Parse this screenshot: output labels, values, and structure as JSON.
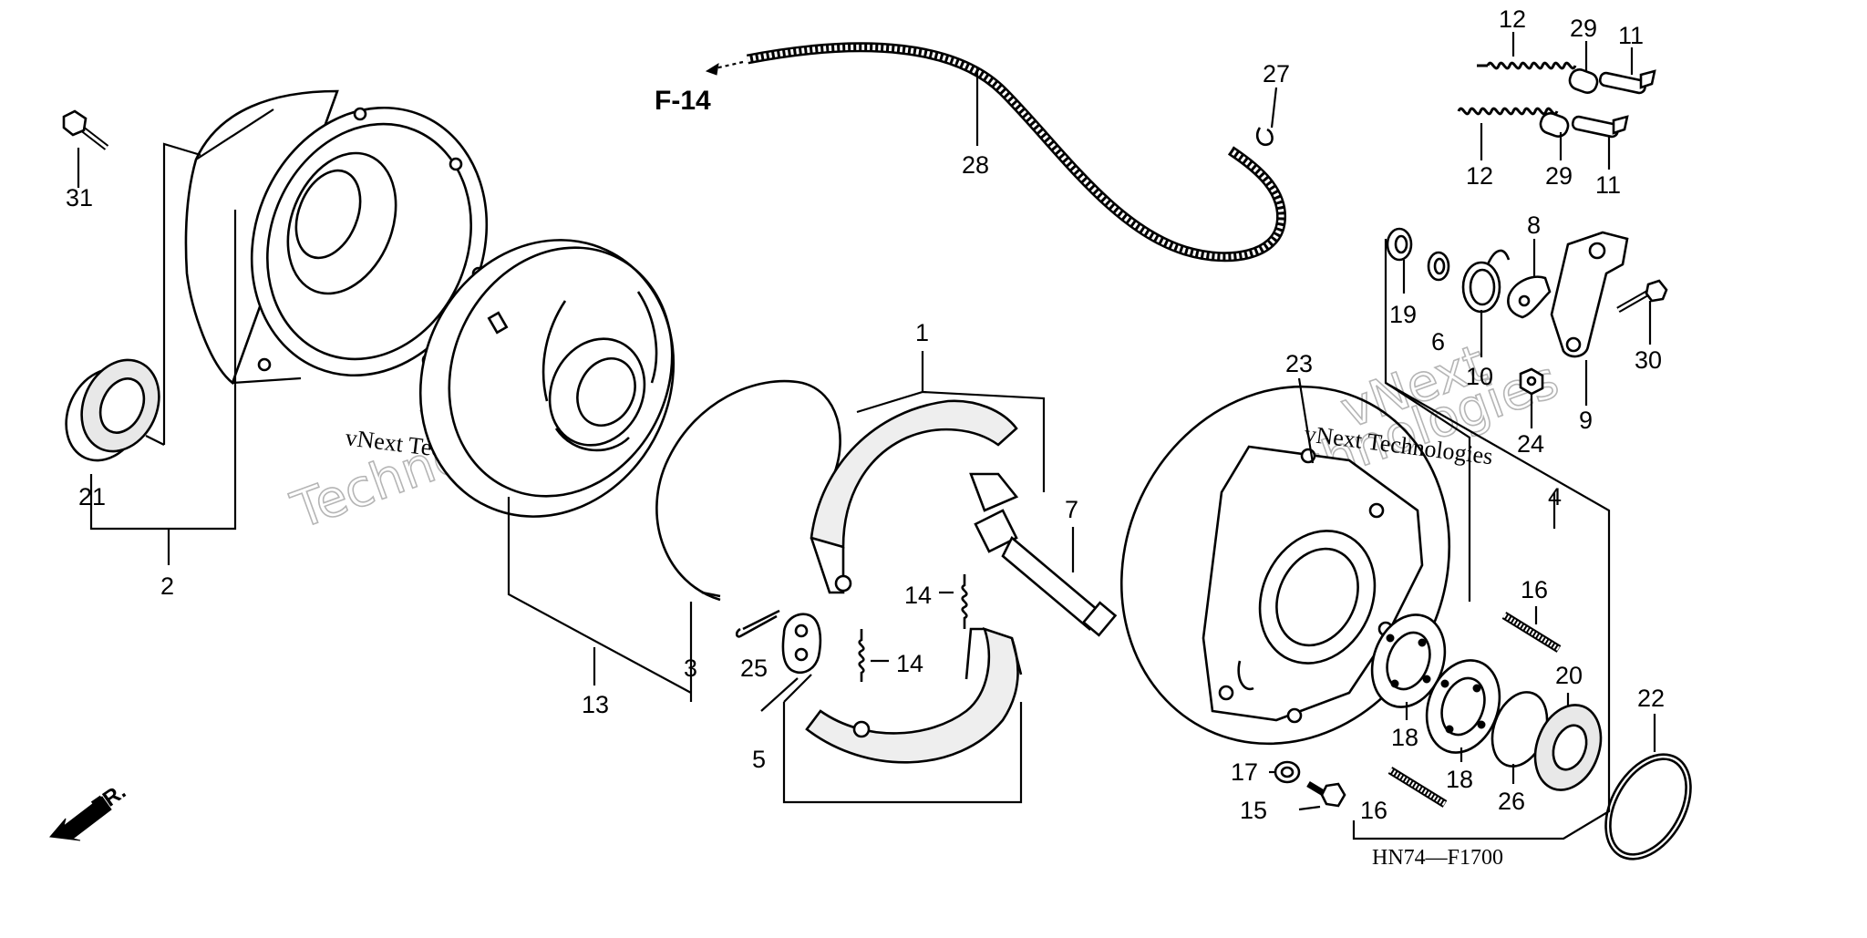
{
  "diagram": {
    "code": "HN74—F1700",
    "reference": "F-14",
    "direction_label": "FR.",
    "watermarks": {
      "left_small": "vNext Technologies",
      "left_large_top": "vNext",
      "left_large_bottom": "Technologies",
      "right_small": "vNext Technologies",
      "right_large_top": "vNext",
      "right_large_bottom": "Technologies"
    },
    "labels": {
      "l1": "1",
      "l2": "2",
      "l3": "3",
      "l4": "4",
      "l5": "5",
      "l6": "6",
      "l7": "7",
      "l8": "8",
      "l9": "9",
      "l10": "10",
      "l11a": "11",
      "l11b": "11",
      "l12a": "12",
      "l12b": "12",
      "l13": "13",
      "l14a": "14",
      "l14b": "14",
      "l15": "15",
      "l16a": "16",
      "l16b": "16",
      "l17": "17",
      "l18a": "18",
      "l18b": "18",
      "l19": "19",
      "l20": "20",
      "l21": "21",
      "l22": "22",
      "l23": "23",
      "l24": "24",
      "l25": "25",
      "l26": "26",
      "l27": "27",
      "l28": "28",
      "l29a": "29",
      "l29b": "29",
      "l30": "30",
      "l31": "31"
    }
  }
}
